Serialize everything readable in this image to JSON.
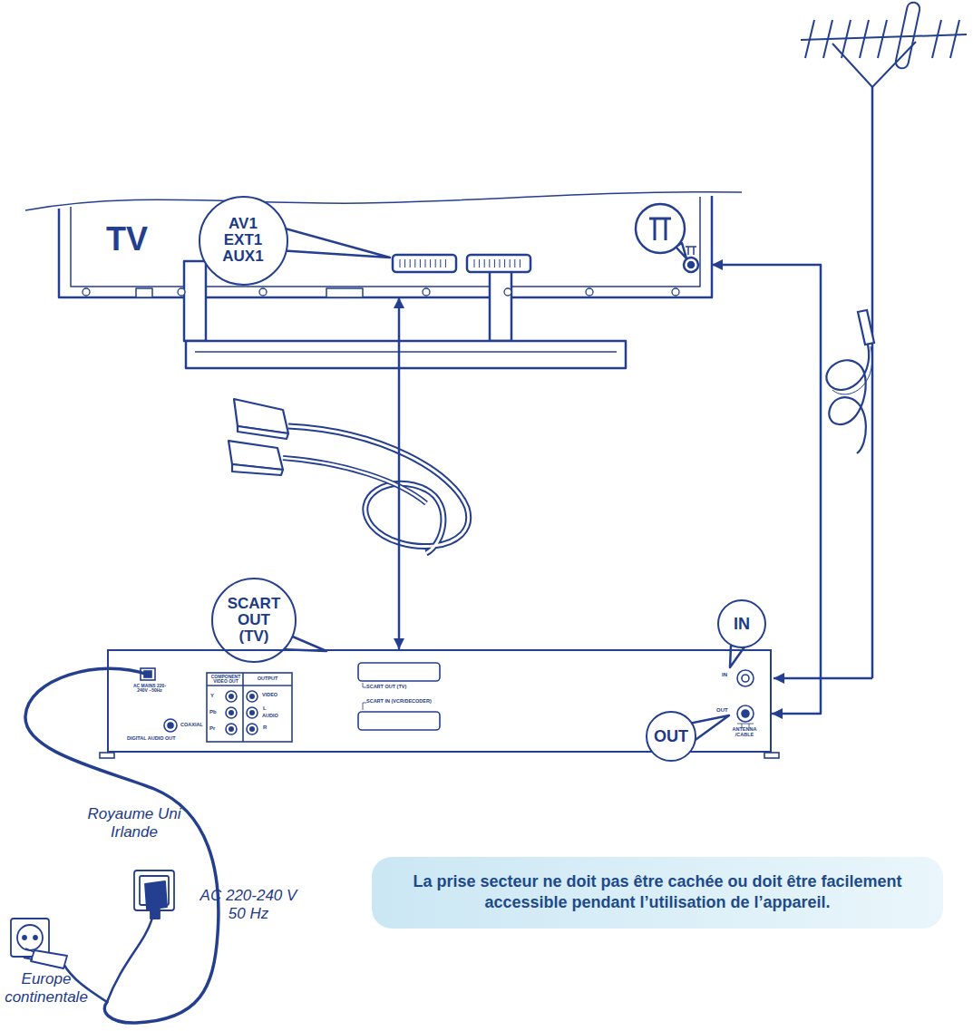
{
  "diagram": {
    "nodes": [
      {
        "text": [
          "AV1 EXT1 AUX1"
        ]
      },
      {
        "text": [
          "TV"
        ]
      },
      {
        "text": [
          "SCART OUT (TV)"
        ]
      },
      {
        "text": [
          "IN"
        ]
      },
      {
        "text": [
          "AC MAINS 220-240V ~50Hz",
          "COMPONENT VIDEO OUT",
          "OUTPUT",
          "Y",
          "VIDEO",
          "Pb",
          "L",
          "AUDIO",
          "Pr",
          "R",
          "SCART OUT (TV)",
          "SCART IN (VCR/DECODER)",
          "IN",
          "OUT",
          "ANTENNA /CABLE",
          "COAXIAL",
          "DIGITAL AUDIO OUT"
        ]
      },
      {
        "text": [
          "OUT"
        ]
      },
      {
        "text": [
          "La prise secteur ne doit pas être cachée ou doit être facilement accessible pendant l’utilisation de l’appareil."
        ]
      }
    ],
    "edges": [
      {
        "from": 1,
        "to": 4,
        "arrow": "both"
      },
      {
        "from": 4,
        "to": 1,
        "arrow": "both"
      }
    ],
    "labels": [
      "Royaume Uni Irlande",
      "AC 220-240 V 50 Hz",
      "Europe continentale"
    ]
  }
}
